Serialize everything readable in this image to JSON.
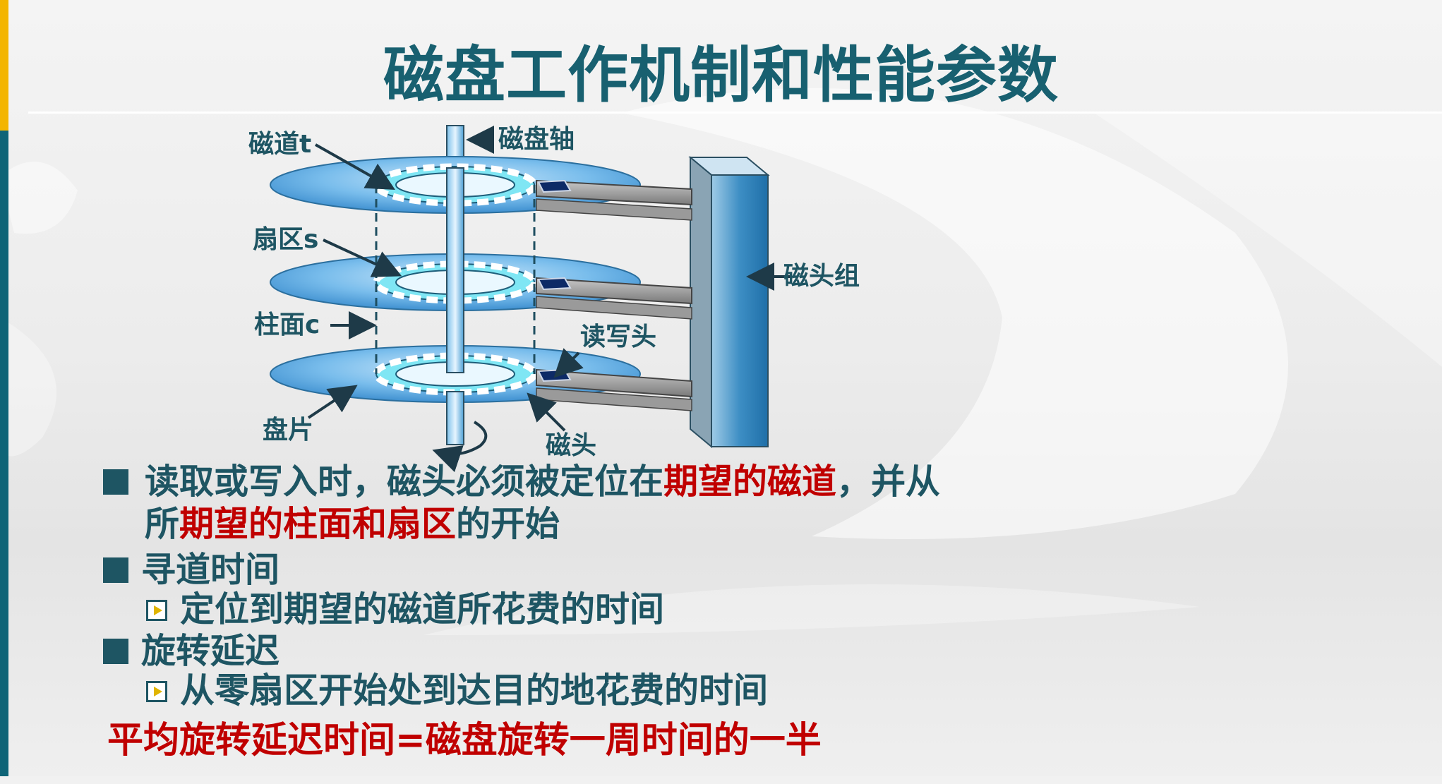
{
  "slide": {
    "title": "磁盘工作机制和性能参数",
    "diagram_labels": {
      "track": "磁道t",
      "spindle": "磁盘轴",
      "sector": "扇区s",
      "head_stack": "磁头组",
      "cylinder": "柱面c",
      "rw_head": "读写头",
      "platter": "盘片",
      "head": "磁头"
    },
    "bullets": [
      {
        "line1_a": "读取或写入时，磁头必须被定位在",
        "line1_red": "期望的磁道",
        "line1_b": "，并从",
        "line2_a": "所",
        "line2_red": "期望的柱面和扇区",
        "line2_b": "的开始"
      },
      {
        "text": "寻道时间",
        "sub": "定位到期望的磁道所花费的时间"
      },
      {
        "text": "旋转延迟",
        "sub": "从零扇区开始处到达目的地花费的时间"
      }
    ],
    "footer": "平均旋转延迟时间=磁盘旋转一周时间的一半"
  },
  "colors": {
    "title": "#186070",
    "text": "#1e5563",
    "emphasis": "#c00000",
    "accent_yellow": "#f3b500",
    "accent_teal": "#0e6477",
    "platter": "#5aa8e0",
    "track_ring": "#7fe6f4"
  },
  "icons": [
    "square-bullet-icon",
    "triangle-bullet-icon",
    "rotation-arrow-icon"
  ]
}
